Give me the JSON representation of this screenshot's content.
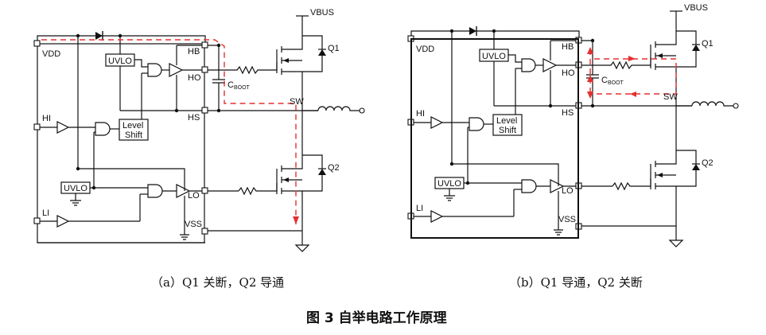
{
  "panels": [
    {
      "id": "a",
      "labels": {
        "vbus": "VBUS",
        "vdd": "VDD",
        "hb": "HB",
        "ho": "HO",
        "hs": "HS",
        "sw": "SW",
        "lo": "LO",
        "vss": "VSS",
        "hi": "HI",
        "li": "LI",
        "q1": "Q1",
        "q2": "Q2",
        "uvlo_high": "UVLO",
        "uvlo_low": "UVLO",
        "level_shift_line1": "Level",
        "level_shift_line2": "Shift",
        "cboot_main": "C",
        "cboot_sub": "BOOT"
      },
      "caption": "（a）Q1 关断，Q2 导通"
    },
    {
      "id": "b",
      "labels": {
        "vbus": "VBUS",
        "vdd": "VDD",
        "hb": "HB",
        "ho": "HO",
        "hs": "HS",
        "sw": "SW",
        "lo": "LO",
        "vss": "VSS",
        "hi": "HI",
        "li": "LI",
        "q1": "Q1",
        "q2": "Q2",
        "uvlo_high": "UVLO",
        "uvlo_low": "UVLO",
        "level_shift_line1": "Level",
        "level_shift_line2": "Shift",
        "cboot_main": "C",
        "cboot_sub": "BOOT"
      },
      "caption": "（b）Q1 导通，Q2 关断"
    }
  ],
  "figure_title": "图 3  自举电路工作原理",
  "colors": {
    "wire": "#111111",
    "current_path": "#e53030",
    "background": "#ffffff"
  }
}
